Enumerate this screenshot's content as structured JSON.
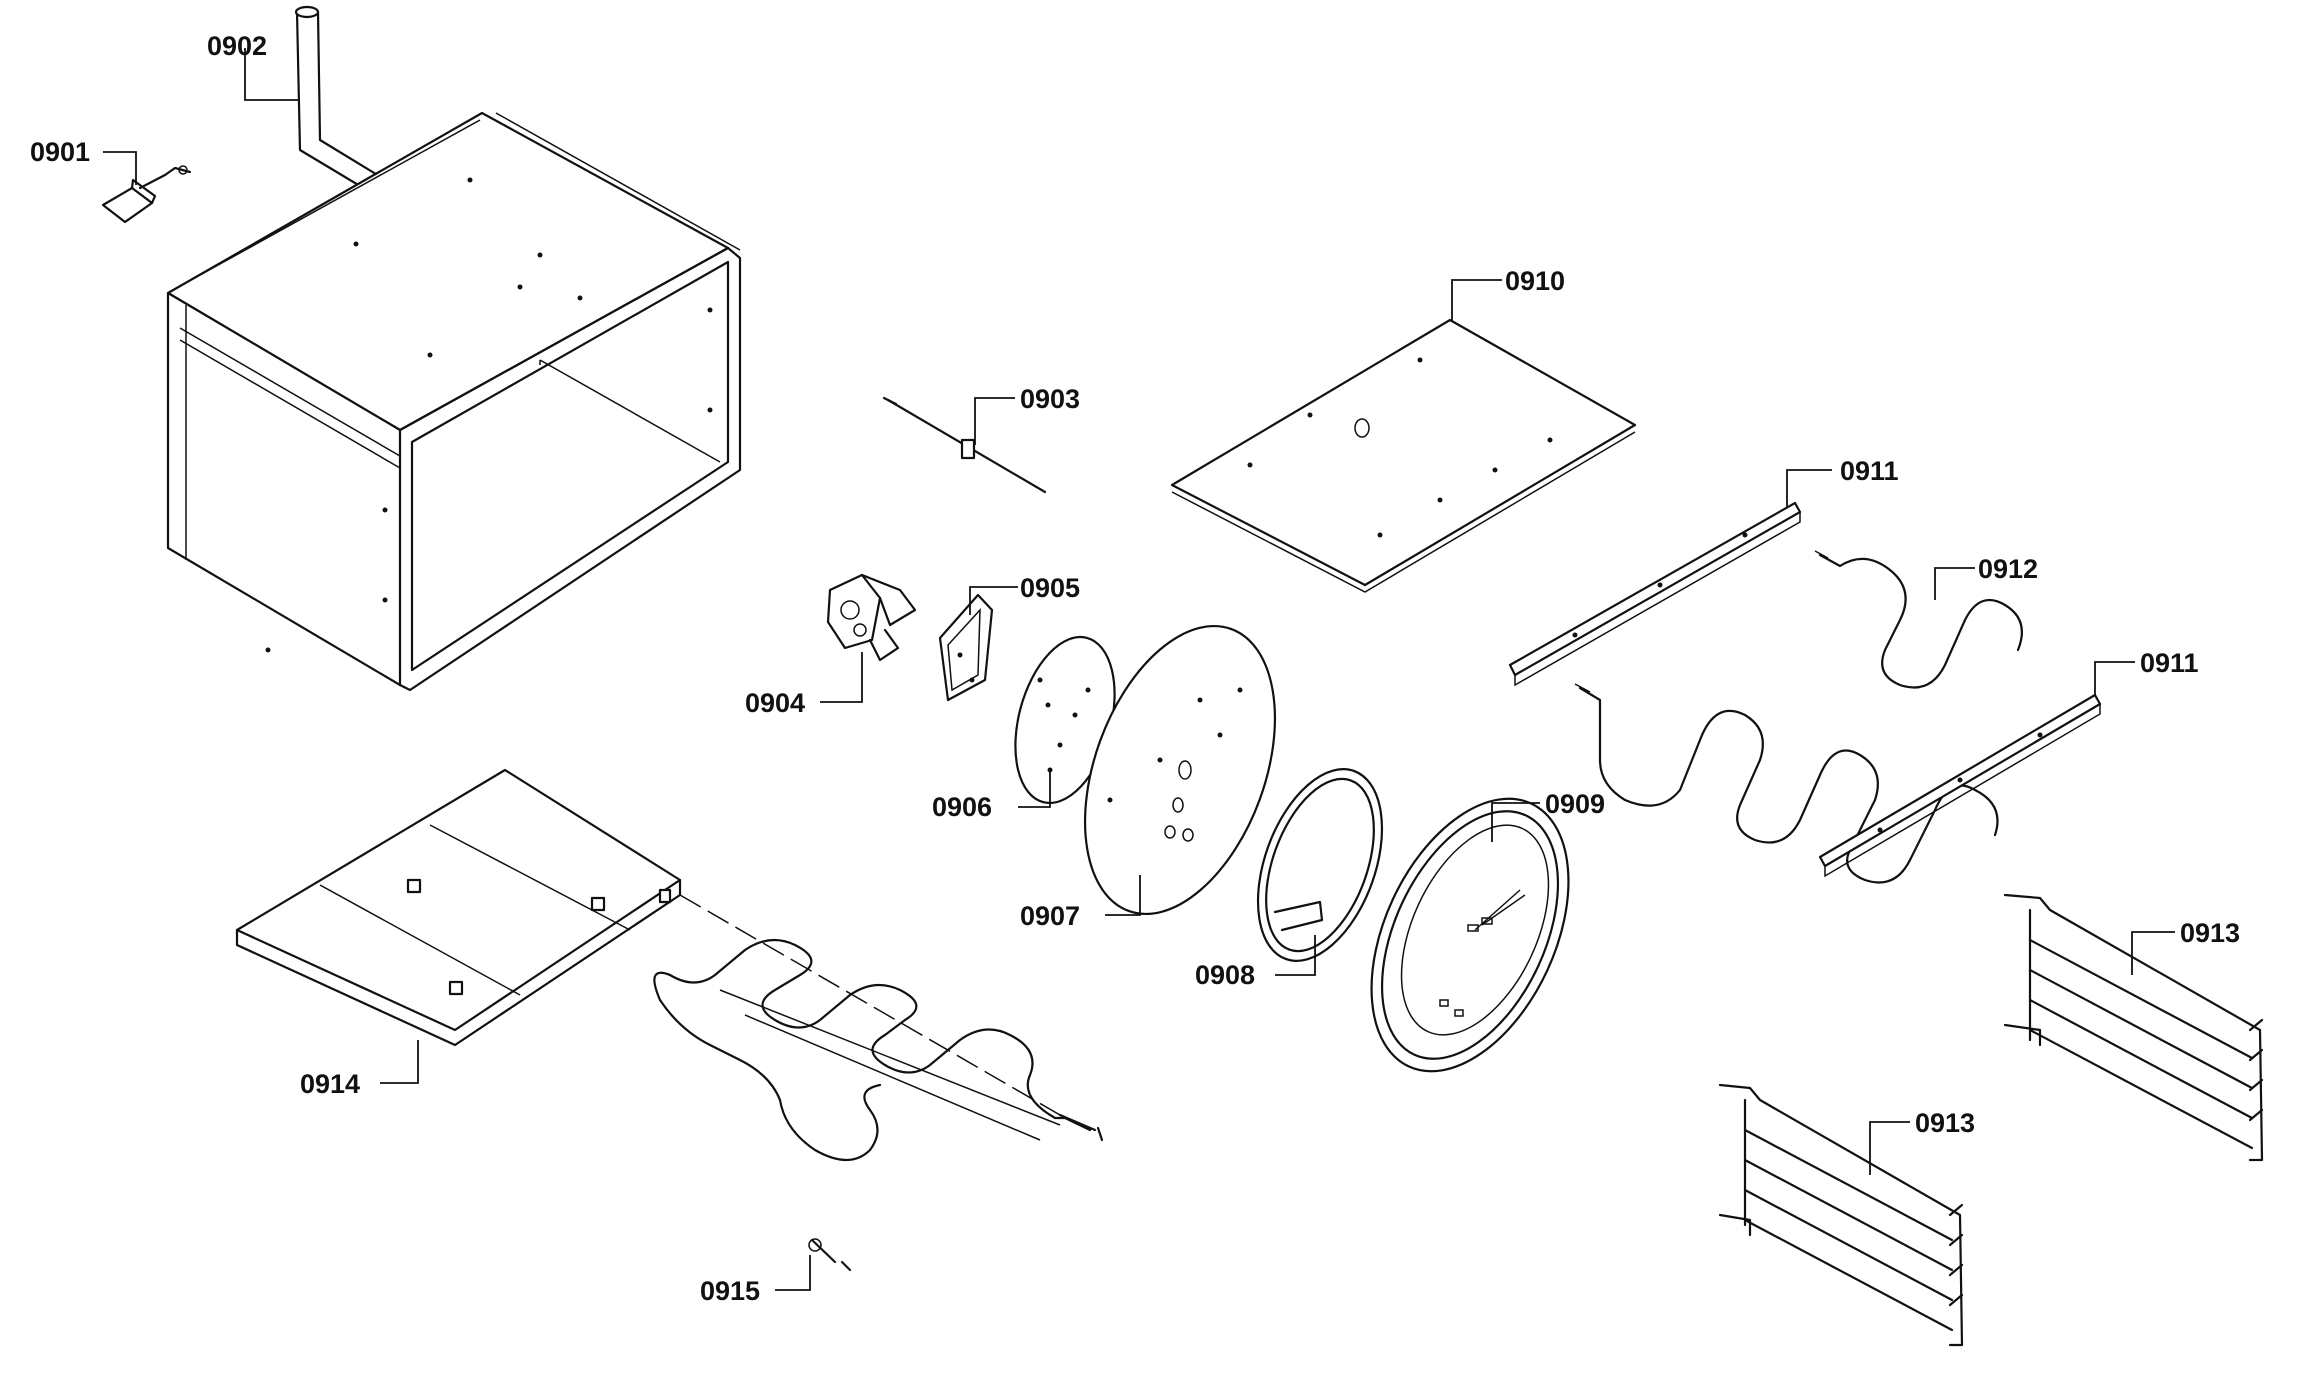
{
  "callouts": {
    "c0901": "0901",
    "c0902": "0902",
    "c0903": "0903",
    "c0904": "0904",
    "c0905": "0905",
    "c0906": "0906",
    "c0907": "0907",
    "c0908": "0908",
    "c0909": "0909",
    "c0910": "0910",
    "c0911a": "0911",
    "c0911b": "0911",
    "c0912": "0912",
    "c0913a": "0913",
    "c0913b": "0913",
    "c0914": "0914",
    "c0915": "0915"
  }
}
